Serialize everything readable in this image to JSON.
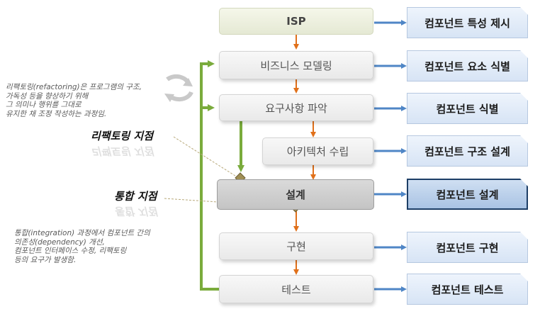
{
  "stages": {
    "isp": "ISP",
    "business": "비즈니스 모델링",
    "requirements": "요구사항 파악",
    "architecture": "아키텍처 수립",
    "design": "설계",
    "implementation": "구현",
    "test": "테스트"
  },
  "components": {
    "property": "컴포넌트 특성 제시",
    "element": "컴포넌트 요소 식별",
    "identify": "컴포넌트 식별",
    "structure": "컴포넌트 구조 설계",
    "design": "컴포넌트 설계",
    "implement": "컴포넌트 구현",
    "test": "컴포넌트 테스트"
  },
  "refactoring": {
    "label": "리팩토링 지점",
    "note": [
      "리팩토링(refactoring)은 프로그램의 구조,",
      "가독성 등을 향상하기 위해",
      "그 의미나 행위를 그대로",
      "유지한 채 조정 작성하는 과정임."
    ]
  },
  "integration": {
    "label": "통합 지점",
    "note": [
      "통합(integration) 과정에서 컴포넌트 간의",
      "의존성(dependency) 개선,",
      "컴포넌트 인터페이스 수정, 리팩토링",
      "등의 요구가 발생함."
    ]
  },
  "colors": {
    "flow_arrow": "#e0701a",
    "feedback_arrow": "#7aab3c",
    "connector": "#4f86c6",
    "marker": "#a08f55",
    "component_fill": "#dbe7f5",
    "design_border": "#1d3e66"
  },
  "icons": [
    "cycle-icon",
    "diamond-marker"
  ]
}
